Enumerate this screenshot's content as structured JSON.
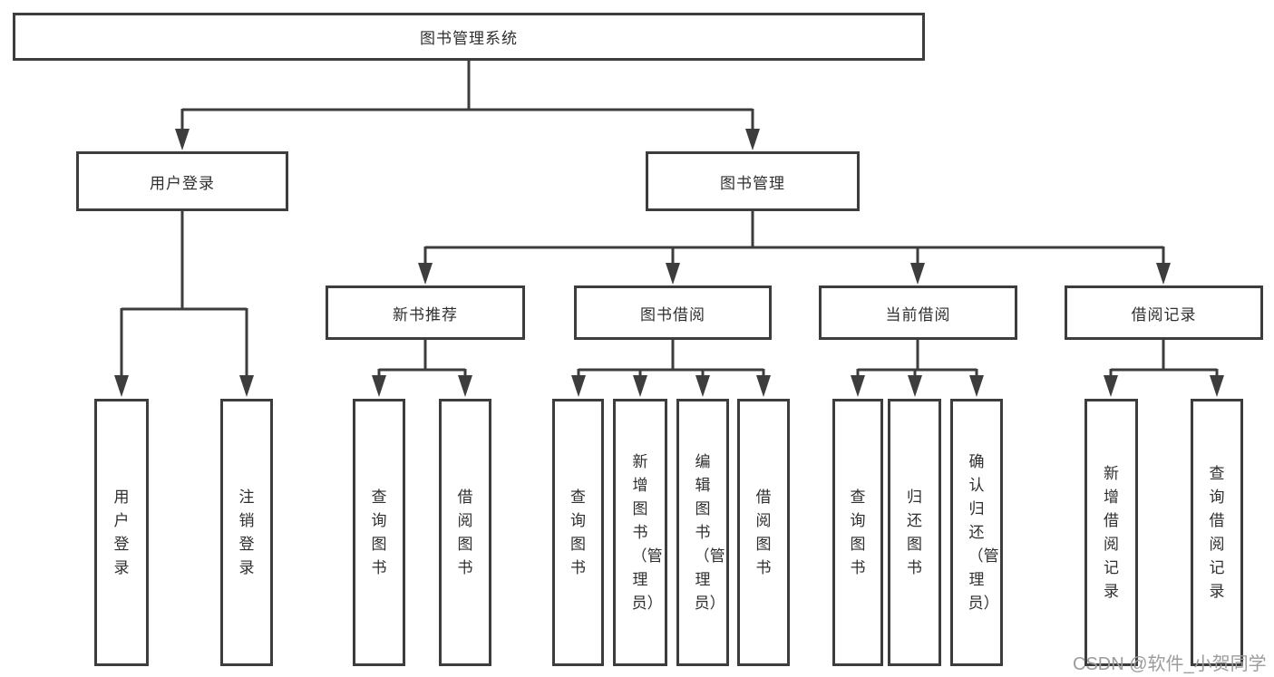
{
  "diagram": {
    "root": {
      "label": "图书管理系统"
    },
    "level1": [
      {
        "label": "用户登录"
      },
      {
        "label": "图书管理"
      }
    ],
    "level2": [
      {
        "label": "新书推荐",
        "parent": "图书管理"
      },
      {
        "label": "图书借阅",
        "parent": "图书管理"
      },
      {
        "label": "当前借阅",
        "parent": "图书管理"
      },
      {
        "label": "借阅记录",
        "parent": "图书管理"
      }
    ],
    "leaves": [
      {
        "label": "用户登录",
        "parent": "用户登录"
      },
      {
        "label": "注销登录",
        "parent": "用户登录"
      },
      {
        "label": "查询图书",
        "parent": "新书推荐"
      },
      {
        "label": "借阅图书",
        "parent": "新书推荐"
      },
      {
        "label": "查询图书",
        "parent": "图书借阅"
      },
      {
        "label": "新增图书（管理员）",
        "parent": "图书借阅"
      },
      {
        "label": "编辑图书（管理员）",
        "parent": "图书借阅"
      },
      {
        "label": "借阅图书",
        "parent": "图书借阅"
      },
      {
        "label": "查询图书",
        "parent": "当前借阅"
      },
      {
        "label": "归还图书",
        "parent": "当前借阅"
      },
      {
        "label": "确认归还（管理员）",
        "parent": "当前借阅"
      },
      {
        "label": "新增借阅记录",
        "parent": "借阅记录"
      },
      {
        "label": "查询借阅记录",
        "parent": "借阅记录"
      }
    ]
  },
  "watermark": {
    "text": "CSDN @软件_小贺同学"
  },
  "colors": {
    "line": "#3d3d3d",
    "text": "#2f2f2f",
    "watermark": "#9c9c9c",
    "background": "#ffffff"
  }
}
